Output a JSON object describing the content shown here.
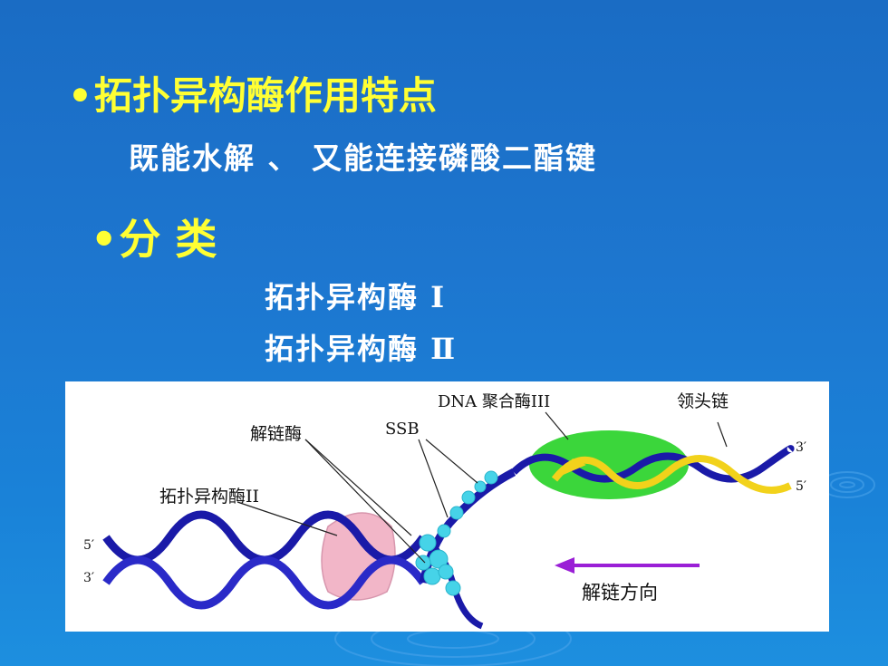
{
  "slide": {
    "heading1": "拓扑异构酶作用特点",
    "line1": "既能水解 、 又能连接磷酸二酯键",
    "heading2": "分 类",
    "item1": "拓扑异构酶 Ⅰ",
    "item2": "拓扑异构酶 Ⅱ",
    "bullet": "•"
  },
  "figure": {
    "labels": {
      "polymerase": "DNA 聚合酶III",
      "leading": "领头链",
      "helicase": "解链酶",
      "ssb": "SSB",
      "topo2": "拓扑异构酶II",
      "prime3a": "3′",
      "prime5a": "5′",
      "prime5b": "5′",
      "prime3b": "3′",
      "direction": "解链方向"
    },
    "colors": {
      "strand_blue": "#1a1aa8",
      "strand_yellow": "#f2d21b",
      "polymerase_green": "#3bd63b",
      "topo_pink": "#f2b6c8",
      "ssb_cyan": "#46d3e8",
      "arrow_purple": "#9a1fd6"
    }
  }
}
